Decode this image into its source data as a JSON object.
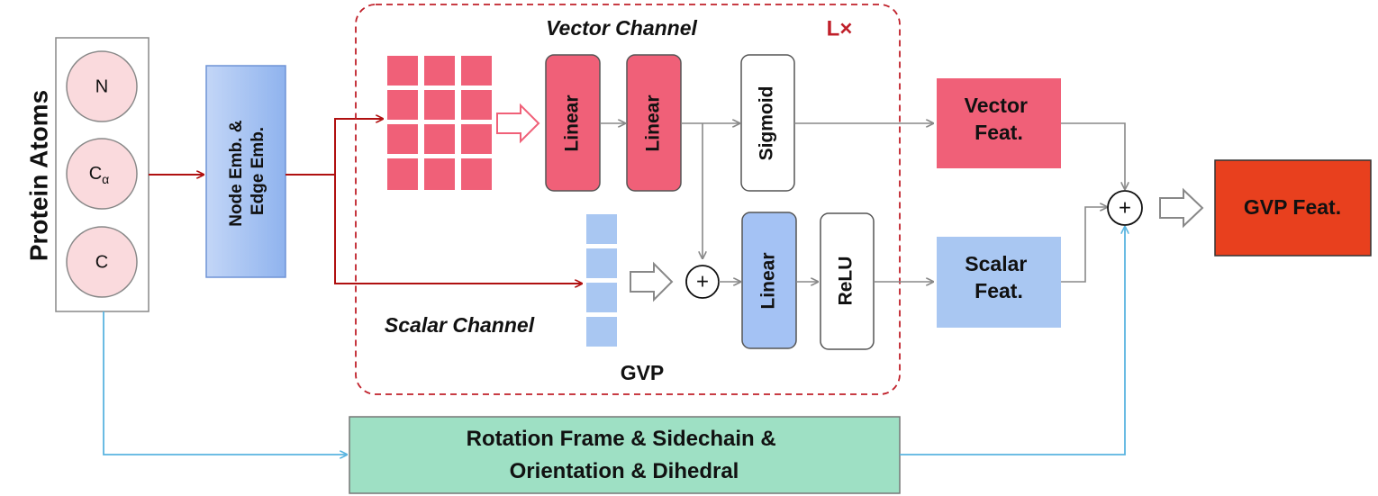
{
  "side_label": "Protein Atoms",
  "atoms": [
    {
      "base": "N",
      "sub": ""
    },
    {
      "base": "C",
      "sub": "α"
    },
    {
      "base": "C",
      "sub": ""
    }
  ],
  "embedding": {
    "line1": "Node Emb. &",
    "line2": "Edge Emb."
  },
  "gvp": {
    "vector_title": "Vector Channel",
    "scalar_title": "Scalar Channel",
    "repeat_label": "L×",
    "block_label": "GVP"
  },
  "layers": {
    "linear_1": "Linear",
    "linear_2": "Linear",
    "sigmoid": "Sigmoid",
    "linear_3": "Linear",
    "relu": "ReLU"
  },
  "operators": {
    "add_inner": "+",
    "add_outer": "+"
  },
  "outputs": {
    "vector_line1": "Vector",
    "vector_line2": "Feat.",
    "scalar_line1": "Scalar",
    "scalar_line2": "Feat.",
    "gvp_feat": "GVP Feat."
  },
  "geometry": {
    "line1": "Rotation Frame & Sidechain &",
    "line2": "Orientation & Dihedral"
  },
  "colors": {
    "vector": "#f06078",
    "scalar_dark": "#a4c2f4",
    "scalar_light": "#a9c7f2",
    "embedding_start": "#c3d6f7",
    "embedding_end": "#8fb3ee",
    "atom_fill": "#fadadd",
    "geometry_fill": "#9ee0c4",
    "gvp_feat": "#e8401e",
    "red_arrow": "#b01010",
    "blue_arrow": "#5ab4e0",
    "gray_arrow": "#888888",
    "dashed": "#c0202a"
  }
}
